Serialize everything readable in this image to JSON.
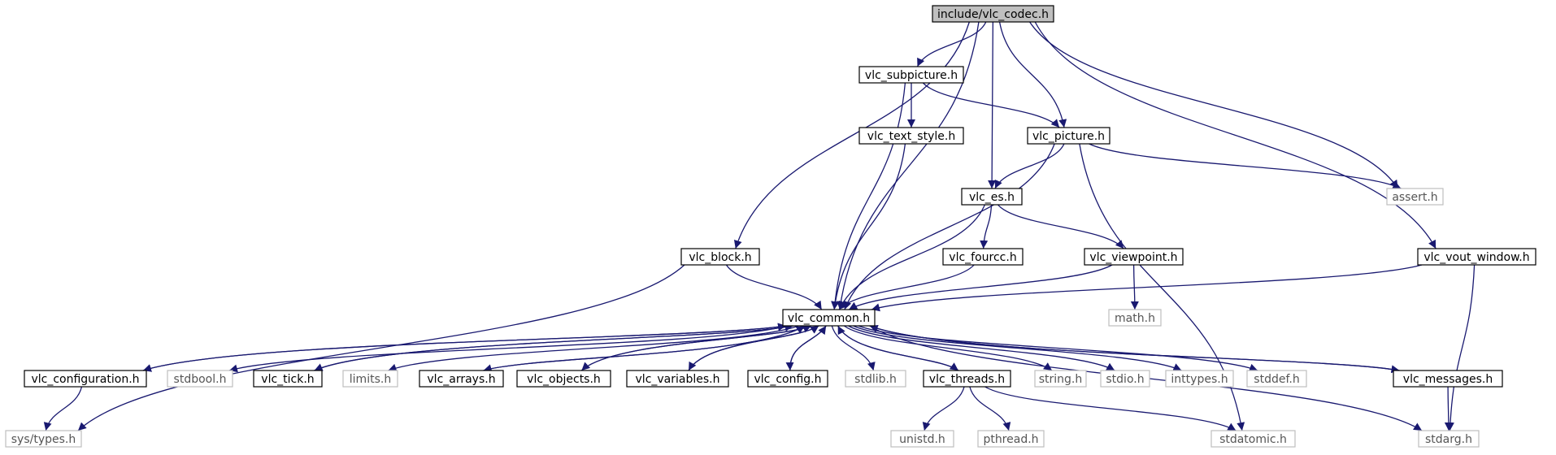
{
  "nodes": [
    {
      "id": "root",
      "label": "include/vlc_codec.h",
      "kind": "root"
    },
    {
      "id": "subpicture",
      "label": "vlc_subpicture.h",
      "kind": "doc"
    },
    {
      "id": "text_style",
      "label": "vlc_text_style.h",
      "kind": "doc"
    },
    {
      "id": "picture",
      "label": "vlc_picture.h",
      "kind": "doc"
    },
    {
      "id": "es",
      "label": "vlc_es.h",
      "kind": "doc"
    },
    {
      "id": "assert",
      "label": "assert.h",
      "kind": "system"
    },
    {
      "id": "block",
      "label": "vlc_block.h",
      "kind": "doc"
    },
    {
      "id": "fourcc",
      "label": "vlc_fourcc.h",
      "kind": "doc"
    },
    {
      "id": "viewpoint",
      "label": "vlc_viewpoint.h",
      "kind": "doc"
    },
    {
      "id": "vout_window",
      "label": "vlc_vout_window.h",
      "kind": "doc"
    },
    {
      "id": "common",
      "label": "vlc_common.h",
      "kind": "doc"
    },
    {
      "id": "math",
      "label": "math.h",
      "kind": "system"
    },
    {
      "id": "configuration",
      "label": "vlc_configuration.h",
      "kind": "doc"
    },
    {
      "id": "stdbool",
      "label": "stdbool.h",
      "kind": "system"
    },
    {
      "id": "tick",
      "label": "vlc_tick.h",
      "kind": "doc"
    },
    {
      "id": "limits",
      "label": "limits.h",
      "kind": "system"
    },
    {
      "id": "arrays",
      "label": "vlc_arrays.h",
      "kind": "doc"
    },
    {
      "id": "objects",
      "label": "vlc_objects.h",
      "kind": "doc"
    },
    {
      "id": "variables",
      "label": "vlc_variables.h",
      "kind": "doc"
    },
    {
      "id": "config",
      "label": "vlc_config.h",
      "kind": "doc"
    },
    {
      "id": "stdlib",
      "label": "stdlib.h",
      "kind": "system"
    },
    {
      "id": "threads",
      "label": "vlc_threads.h",
      "kind": "doc"
    },
    {
      "id": "string",
      "label": "string.h",
      "kind": "system"
    },
    {
      "id": "stdio",
      "label": "stdio.h",
      "kind": "system"
    },
    {
      "id": "inttypes",
      "label": "inttypes.h",
      "kind": "system"
    },
    {
      "id": "stddef",
      "label": "stddef.h",
      "kind": "system"
    },
    {
      "id": "messages",
      "label": "vlc_messages.h",
      "kind": "doc"
    },
    {
      "id": "systypes",
      "label": "sys/types.h",
      "kind": "system"
    },
    {
      "id": "unistd",
      "label": "unistd.h",
      "kind": "system"
    },
    {
      "id": "pthread",
      "label": "pthread.h",
      "kind": "system"
    },
    {
      "id": "stdatomic",
      "label": "stdatomic.h",
      "kind": "system"
    },
    {
      "id": "stdarg",
      "label": "stdarg.h",
      "kind": "system"
    }
  ],
  "edges": [
    [
      "root",
      "block"
    ],
    [
      "root",
      "common"
    ],
    [
      "root",
      "subpicture"
    ],
    [
      "root",
      "es"
    ],
    [
      "root",
      "picture"
    ],
    [
      "root",
      "assert"
    ],
    [
      "root",
      "vout_window"
    ],
    [
      "subpicture",
      "common"
    ],
    [
      "subpicture",
      "text_style"
    ],
    [
      "subpicture",
      "picture"
    ],
    [
      "text_style",
      "common"
    ],
    [
      "picture",
      "es"
    ],
    [
      "picture",
      "common"
    ],
    [
      "picture",
      "assert"
    ],
    [
      "picture",
      "stdatomic"
    ],
    [
      "es",
      "common"
    ],
    [
      "es",
      "fourcc"
    ],
    [
      "es",
      "viewpoint"
    ],
    [
      "fourcc",
      "common"
    ],
    [
      "viewpoint",
      "common"
    ],
    [
      "viewpoint",
      "math"
    ],
    [
      "block",
      "systypes"
    ],
    [
      "block",
      "common"
    ],
    [
      "vout_window",
      "common"
    ],
    [
      "vout_window",
      "stdarg"
    ],
    [
      "common",
      "configuration"
    ],
    [
      "common",
      "stdbool"
    ],
    [
      "common",
      "tick"
    ],
    [
      "common",
      "limits"
    ],
    [
      "common",
      "arrays"
    ],
    [
      "common",
      "objects"
    ],
    [
      "common",
      "variables"
    ],
    [
      "common",
      "config"
    ],
    [
      "common",
      "stdlib"
    ],
    [
      "common",
      "threads"
    ],
    [
      "common",
      "string"
    ],
    [
      "common",
      "stdio"
    ],
    [
      "common",
      "inttypes"
    ],
    [
      "common",
      "stddef"
    ],
    [
      "common",
      "messages"
    ],
    [
      "common",
      "stdarg"
    ],
    [
      "configuration",
      "common"
    ],
    [
      "configuration",
      "systypes"
    ],
    [
      "tick",
      "common"
    ],
    [
      "arrays",
      "common"
    ],
    [
      "objects",
      "common"
    ],
    [
      "variables",
      "common"
    ],
    [
      "config",
      "common"
    ],
    [
      "threads",
      "common"
    ],
    [
      "messages",
      "common"
    ],
    [
      "threads",
      "unistd"
    ],
    [
      "threads",
      "pthread"
    ],
    [
      "threads",
      "stdatomic"
    ],
    [
      "messages",
      "stdarg"
    ]
  ],
  "colors": {
    "edge": "#191970",
    "doc_border": "#000000",
    "system_border": "#bfbfbf",
    "system_text": "#555555",
    "root_fill": "#bfbfbf",
    "node_fill": "#ffffff"
  }
}
